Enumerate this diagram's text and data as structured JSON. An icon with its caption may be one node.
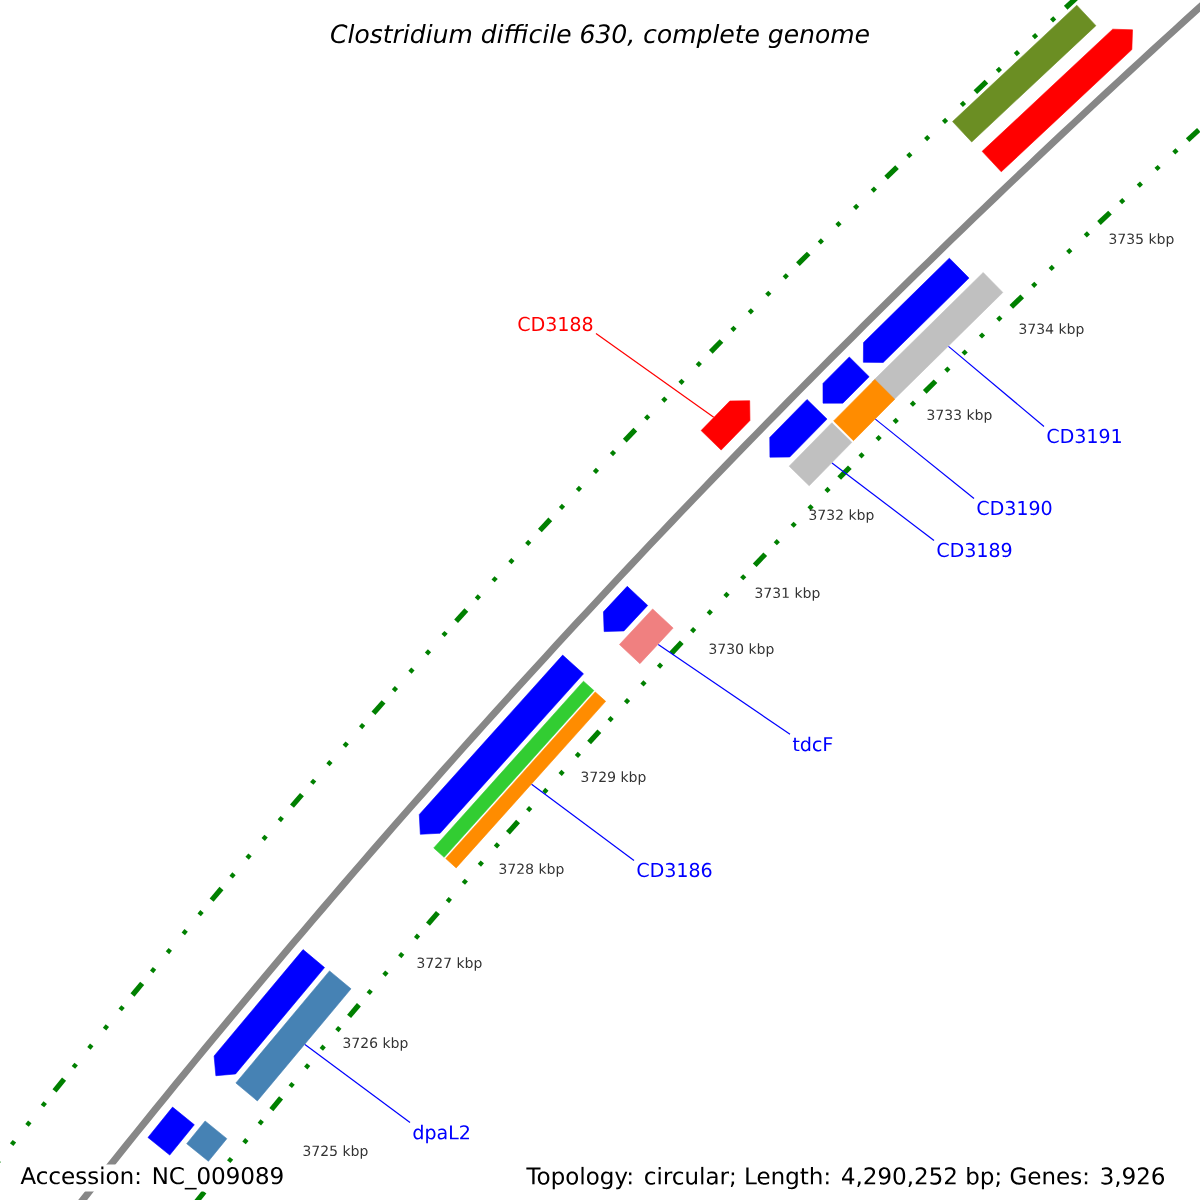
{
  "diagram": {
    "title": "Clostridium difficile 630, complete genome",
    "nodes": [
      {
        "text": [],
        "shape": "bar"
      },
      {
        "text": [],
        "shape": "bar"
      },
      {
        "text": [
          "CD3188"
        ]
      },
      {
        "text": [],
        "shape": "bar"
      },
      {
        "text": [],
        "shape": "bar"
      },
      {
        "text": [
          "CD3191"
        ]
      },
      {
        "text": [],
        "shape": "bar"
      },
      {
        "text": [],
        "shape": "bar"
      },
      {
        "text": [],
        "shape": "bar"
      },
      {
        "text": [],
        "shape": "bar"
      },
      {
        "text": [],
        "shape": "bar"
      },
      {
        "text": [
          "CD3190"
        ]
      },
      {
        "text": [
          "CD3189"
        ]
      },
      {
        "text": [],
        "shape": "bar"
      },
      {
        "text": [],
        "shape": "bar"
      },
      {
        "text": [
          "tdcF"
        ]
      },
      {
        "text": [],
        "shape": "bar"
      },
      {
        "text": [],
        "shape": "bar"
      },
      {
        "text": [],
        "shape": "bar"
      },
      {
        "text": [
          "CD3186"
        ]
      },
      {
        "text": [],
        "shape": "bar"
      },
      {
        "text": [],
        "shape": "bar"
      },
      {
        "text": [
          "dpaL2"
        ]
      },
      {
        "text": [],
        "shape": "bar"
      },
      {
        "text": [],
        "shape": "bar"
      }
    ],
    "edges": [
      {
        "from": 2,
        "to": 6,
        "arrow": "none",
        "color": "#ff0000"
      },
      {
        "from": 5,
        "to": 4,
        "arrow": "none"
      },
      {
        "from": 11,
        "to": 8,
        "arrow": "none"
      },
      {
        "from": 12,
        "to": 10,
        "arrow": "none"
      },
      {
        "from": 15,
        "to": 14,
        "arrow": "none"
      },
      {
        "from": 19,
        "to": 18,
        "arrow": "none"
      },
      {
        "from": 22,
        "to": 21,
        "arrow": "none"
      }
    ],
    "labels": [
      "3735 kbp",
      "3734 kbp",
      "3733 kbp",
      "3732 kbp",
      "3731 kbp",
      "3730 kbp",
      "3729 kbp",
      "3728 kbp",
      "3727 kbp",
      "3726 kbp",
      "3725 kbp",
      "Accession: NC_009089",
      "Topology: circular; Length: 4,290,252 bp; Genes: 3,926"
    ]
  }
}
